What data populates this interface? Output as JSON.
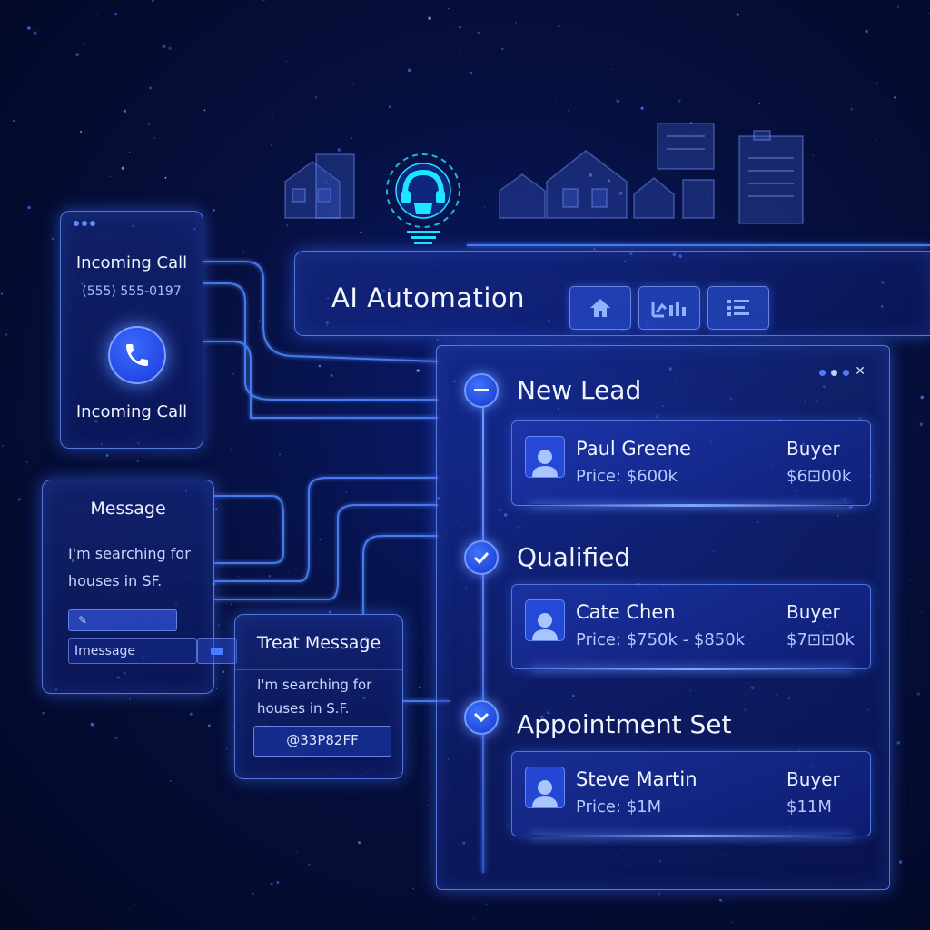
{
  "phone_card": {
    "title": "Incoming Call",
    "number": "(555) 555-0197",
    "subtitle": "Incoming Call"
  },
  "message_card": {
    "title": "Message",
    "body": "I'm searching for houses in SF.",
    "input_value": "Imessage"
  },
  "text_card": {
    "title": "Treat Message",
    "body": "I'm searching for houses in S.F.",
    "code": "@33P82FF"
  },
  "ai_bar": {
    "label": "AI Automation",
    "icons": [
      "home-icon",
      "chart-icon",
      "list-icon"
    ]
  },
  "pipeline": {
    "stages": [
      {
        "title": "New Lead",
        "icon": "minus-icon",
        "lead": {
          "name": "Paul Greene",
          "price": "Price: $600k",
          "role": "Buyer",
          "budget": "$6⊡00k"
        }
      },
      {
        "title": "Qualified",
        "icon": "check-icon",
        "lead": {
          "name": "Cate Chen",
          "price": "Price: $750k - $850k",
          "role": "Buyer",
          "budget": "$7⊡⊡0k"
        }
      },
      {
        "title": "Appointment Set",
        "icon": "chevron-down-icon",
        "lead": {
          "name": "Steve Martin",
          "price": "Price: $1M",
          "role": "Buyer",
          "budget": "$11M"
        }
      }
    ]
  },
  "colors": {
    "accent": "#3b6bff",
    "glow": "#6f9bff",
    "headset": "#1fe6ff",
    "background": "#06103f"
  }
}
